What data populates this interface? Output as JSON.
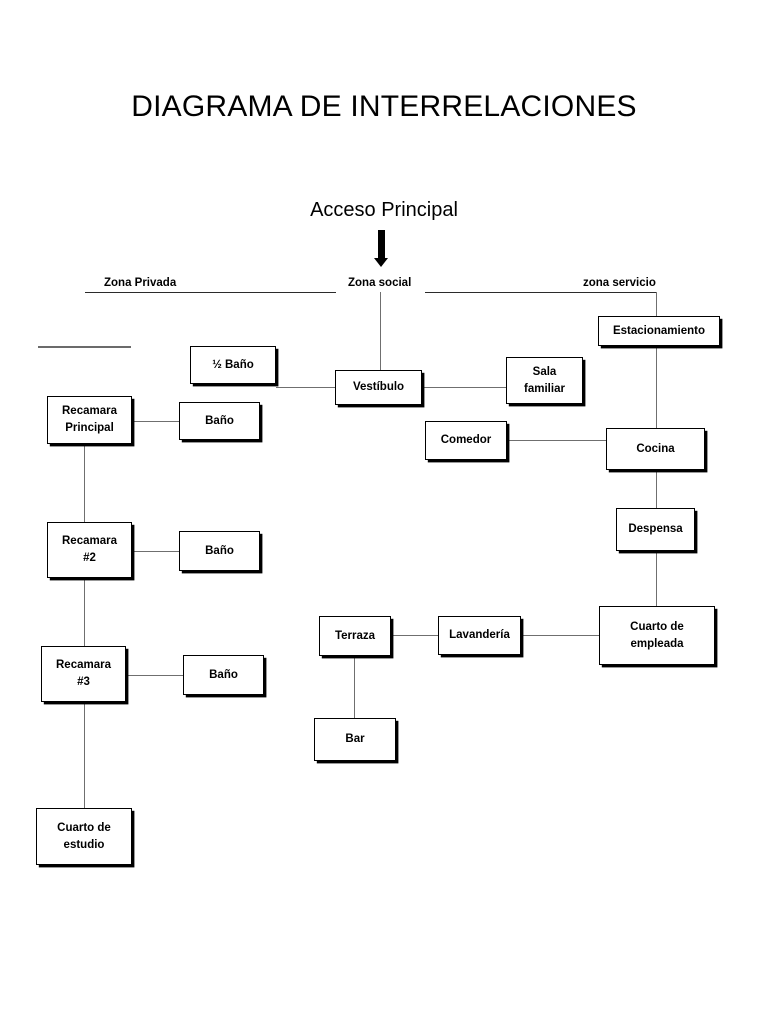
{
  "document": {
    "title": "DIAGRAMA DE INTERRELACIONES",
    "entry": {
      "label": "Acceso Principal",
      "arrow_icon": "down-arrow-icon"
    }
  },
  "zones": [
    {
      "id": "privada",
      "label": "Zona Privada"
    },
    {
      "id": "social",
      "label": "Zona social"
    },
    {
      "id": "servicio",
      "label": "zona servicio"
    }
  ],
  "nodes": {
    "medio_bano": {
      "label": "½ Baño",
      "zone": "privada"
    },
    "recamara_principal": {
      "line1": "Recamara",
      "line2": "Principal",
      "zone": "privada"
    },
    "bano_principal": {
      "label": "Baño",
      "zone": "privada"
    },
    "recamara_2": {
      "line1": "Recamara",
      "line2": "#2",
      "zone": "privada"
    },
    "bano_2": {
      "label": "Baño",
      "zone": "privada"
    },
    "recamara_3": {
      "line1": "Recamara",
      "line2": "#3",
      "zone": "privada"
    },
    "bano_3": {
      "label": "Baño",
      "zone": "privada"
    },
    "cuarto_estudio": {
      "line1": "Cuarto de",
      "line2": "estudio",
      "zone": "privada"
    },
    "vestibulo": {
      "label": "Vestíbulo",
      "zone": "social"
    },
    "sala_familiar": {
      "line1": "Sala",
      "line2": "familiar",
      "zone": "social"
    },
    "comedor": {
      "label": "Comedor",
      "zone": "social"
    },
    "terraza": {
      "label": "Terraza",
      "zone": "social"
    },
    "bar": {
      "label": "Bar",
      "zone": "social"
    },
    "estacionamiento": {
      "label": "Estacionamiento",
      "zone": "servicio"
    },
    "cocina": {
      "label": "Cocina",
      "zone": "servicio"
    },
    "despensa": {
      "label": "Despensa",
      "zone": "servicio"
    },
    "lavanderia": {
      "label": "Lavandería",
      "zone": "servicio"
    },
    "cuarto_empleada": {
      "line1": "Cuarto de",
      "line2": "empleada",
      "zone": "servicio"
    }
  },
  "connections": [
    "acceso-principal -> zona-social",
    "zona-social -> vestibulo",
    "medio_bano -> vestibulo",
    "vestibulo -> sala_familiar",
    "zona-servicio -> estacionamiento",
    "estacionamiento -> cocina",
    "comedor -> cocina",
    "cocina -> despensa",
    "despensa -> cuarto_empleada",
    "cuarto_empleada -> lavanderia",
    "lavanderia -> terraza",
    "terraza -> bar",
    "recamara_principal -> bano_principal",
    "recamara_principal -> recamara_2",
    "recamara_2 -> bano_2",
    "recamara_2 -> recamara_3",
    "recamara_3 -> bano_3",
    "recamara_3 -> cuarto_estudio"
  ],
  "colors": {
    "box_border": "#000000",
    "connector": "#6f6f6f",
    "zone_rule": "#2b2b2b",
    "background": "#ffffff"
  }
}
